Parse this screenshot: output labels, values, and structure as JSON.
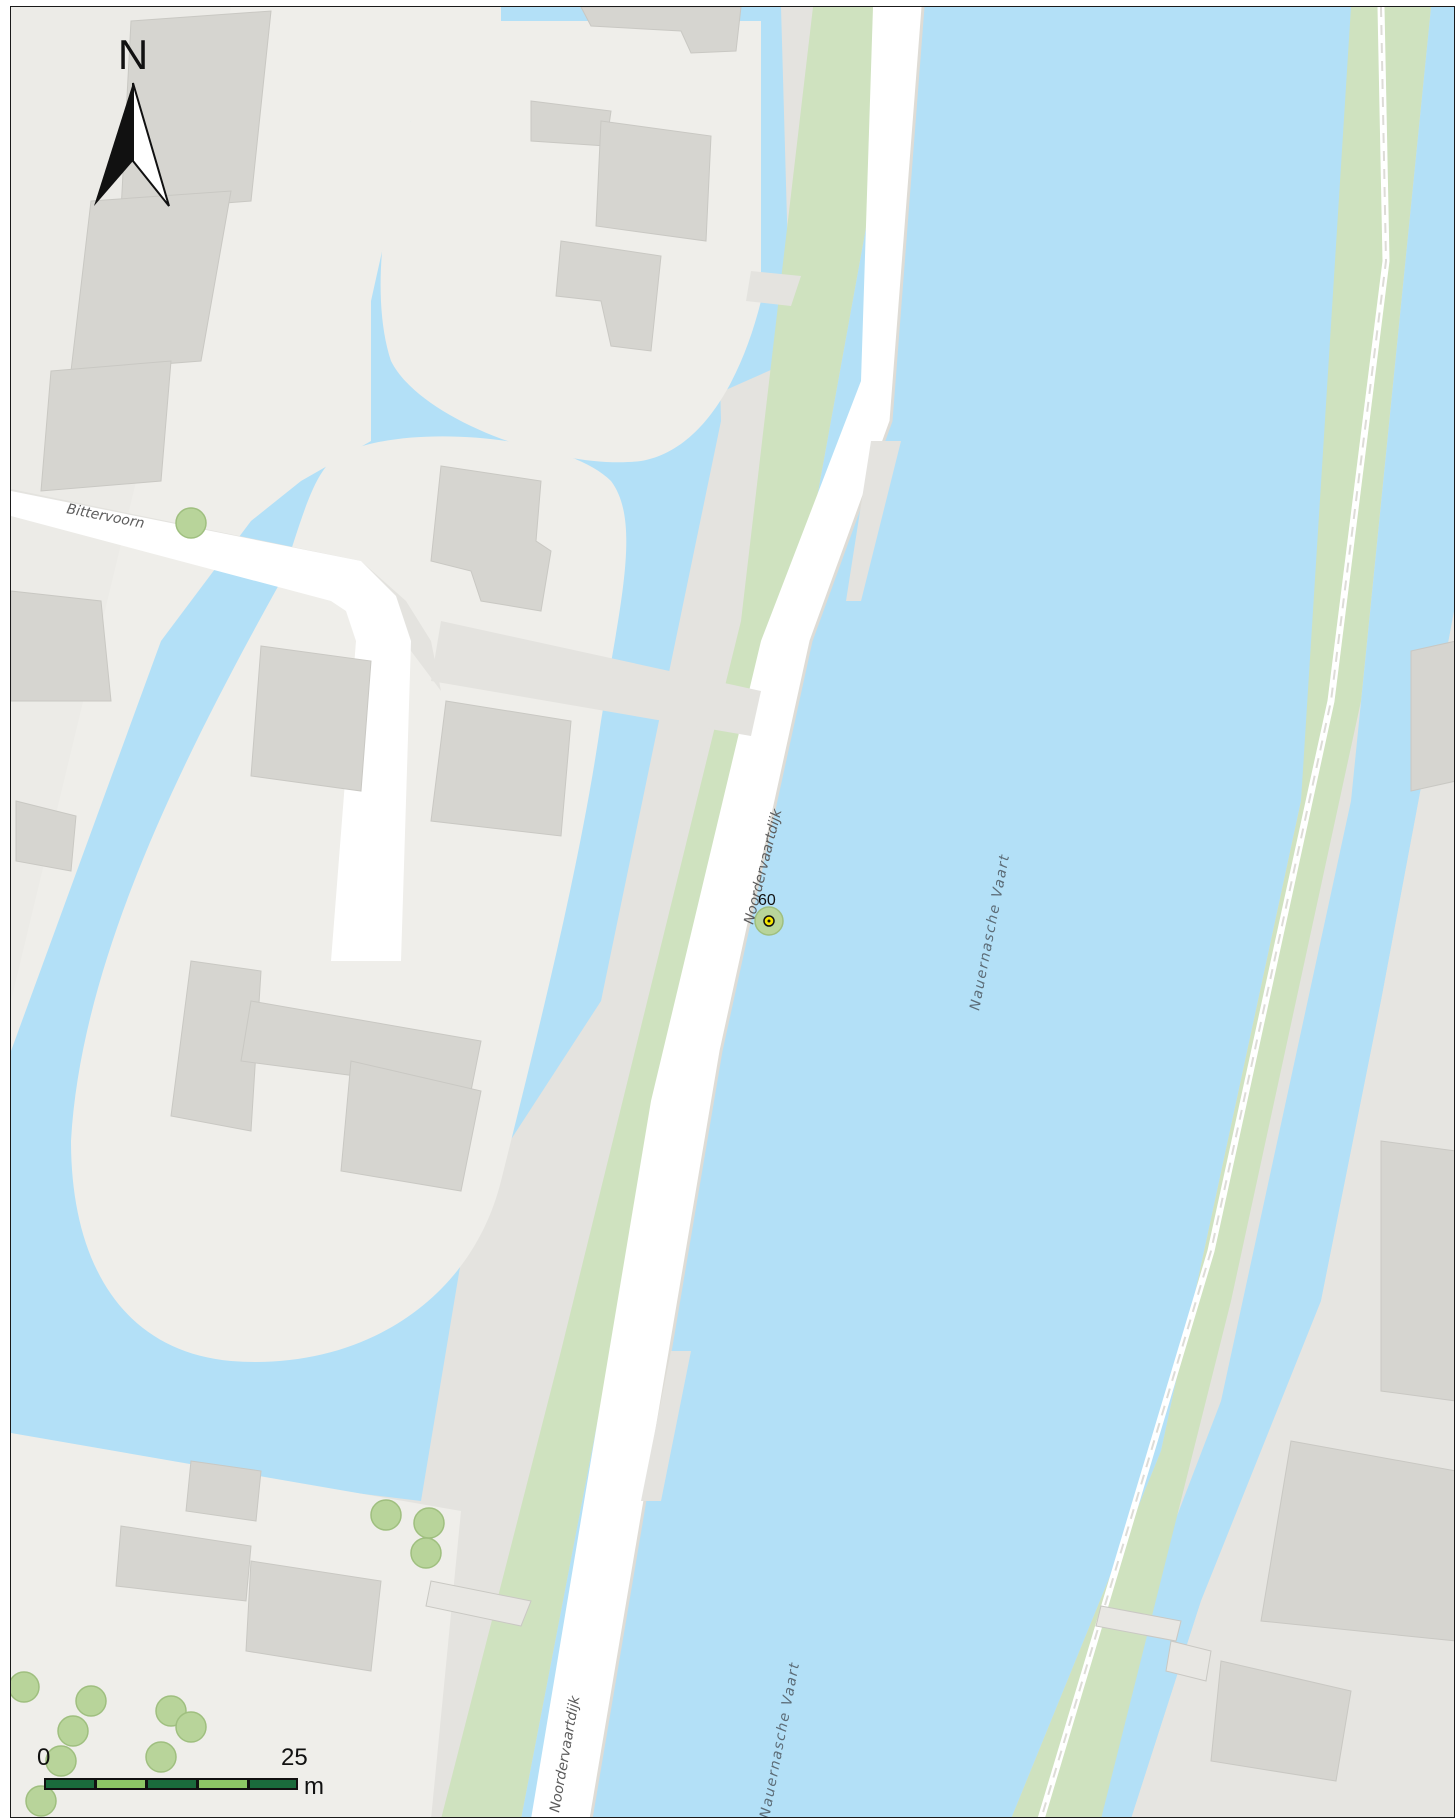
{
  "map": {
    "north_arrow": {
      "label": "N"
    },
    "streets": {
      "bittervoorn": "Bittervoorn",
      "noordervaartdijk": "Noordervaartdijk",
      "noordervaartdijk_bottom": "Noordervaartdijk"
    },
    "water": {
      "canal": "Nauernasche Vaart",
      "canal_bottom": "Nauernasche Vaart"
    },
    "points": [
      {
        "id": "60",
        "label": "60"
      }
    ],
    "scale_bar": {
      "start_label": "0",
      "end_label": "25",
      "unit": "m",
      "colors": [
        "#1a6b3c",
        "#8cc665"
      ]
    },
    "colors": {
      "water": "#b3e0f7",
      "land": "#e4e3df",
      "building": "#d6d5d0",
      "road": "#ffffff",
      "grass": "#cfe2bf",
      "tree": "#b8d49a"
    }
  }
}
